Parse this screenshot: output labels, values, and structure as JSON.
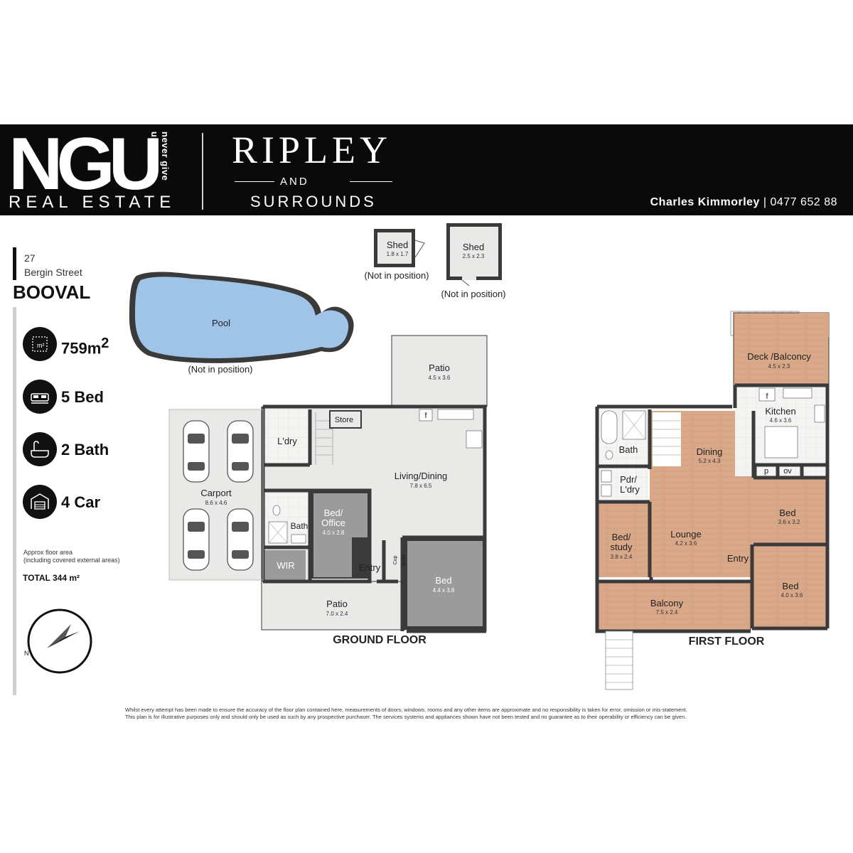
{
  "header": {
    "logo_main": "NGU",
    "logo_tagline": "never give up",
    "logo_sub": "REAL ESTATE",
    "office_line1": "RIPLEY",
    "office_and": "AND",
    "office_line2": "SURROUNDS",
    "agent_name": "Charles Kimmorley",
    "agent_sep": "|",
    "agent_phone": "0477 652 88"
  },
  "property": {
    "number": "27",
    "street": "Bergin Street",
    "suburb": "BOOVAL"
  },
  "stats": [
    {
      "icon": "land-size-icon",
      "value": "759m",
      "sup": "2"
    },
    {
      "icon": "bed-icon",
      "value": "5 Bed"
    },
    {
      "icon": "bath-icon",
      "value": "2 Bath"
    },
    {
      "icon": "garage-icon",
      "value": "4 Car"
    }
  ],
  "area": {
    "note_line1": "Approx floor area",
    "note_line2": "(including covered external areas)",
    "total": "TOTAL  344 m²"
  },
  "outbuildings": {
    "shed1": {
      "name": "Shed",
      "dims": "1.8 x 1.7",
      "note": "(Not in position)"
    },
    "shed2": {
      "name": "Shed",
      "dims": "2.5 x 2.3",
      "note": "(Not in position)"
    },
    "pool": {
      "name": "Pool",
      "note": "(Not in position)"
    }
  },
  "ground_floor": {
    "title": "GROUND FLOOR",
    "rooms": {
      "patio_top": {
        "name": "Patio",
        "dims": "4.5 x 3.6"
      },
      "store": {
        "name": "Store"
      },
      "laundry": {
        "name": "L'dry"
      },
      "carport": {
        "name": "Carport",
        "dims": "8.6 x 4.6"
      },
      "living": {
        "name": "Living/Dining",
        "dims": "7.8 x 6.5"
      },
      "bed_office_l1": {
        "name": "Bed/"
      },
      "bed_office_l2": {
        "name": "Office",
        "dims": "4.0 x 2.8"
      },
      "bath": {
        "name": "Bath"
      },
      "wir": {
        "name": "WIR"
      },
      "entry": {
        "name": "Entry"
      },
      "cup": {
        "name": "Cup"
      },
      "robe": {
        "name": "Robe"
      },
      "bed": {
        "name": "Bed",
        "dims": "4.4 x 3.8"
      },
      "patio_bottom": {
        "name": "Patio",
        "dims": "7.0 x 2.4"
      }
    }
  },
  "first_floor": {
    "title": "FIRST FLOOR",
    "rooms": {
      "deck": {
        "name": "Deck /Balconcy",
        "dims": "4.5 x 2.3"
      },
      "kitchen": {
        "name": "Kitchen",
        "dims": "4.6 x 3.6"
      },
      "fridge": {
        "name": "f"
      },
      "pantry": {
        "name": "p"
      },
      "oven": {
        "name": "ov"
      },
      "bath": {
        "name": "Bath"
      },
      "dining": {
        "name": "Dining",
        "dims": "5.2 x 4.3"
      },
      "pdr_l1": {
        "name": "Pdr/"
      },
      "pdr_l2": {
        "name": "L'dry"
      },
      "bed_study_l1": {
        "name": "Bed/"
      },
      "bed_study_l2": {
        "name": "study",
        "dims": "3.8 x 2.4"
      },
      "lounge": {
        "name": "Lounge",
        "dims": "4.2 x 3.6"
      },
      "bed1": {
        "name": "Bed",
        "dims": "3.6 x 3.2"
      },
      "entry": {
        "name": "Entry"
      },
      "bed2": {
        "name": "Bed",
        "dims": "4.0 x 3.6"
      },
      "balcony": {
        "name": "Balcony",
        "dims": "7.5 x 2.4"
      }
    }
  },
  "ground_fridge": "f",
  "compass": {
    "north_label": "N"
  },
  "disclaimer": {
    "line1": "Whilst every attempt has been made to ensure the accuracy of the floor plan contained here, measurements of doors, windows, rooms and any other items are approximate and no responsibility is taken for error, omission or mis-statement.",
    "line2": "This plan is for illustrative purposes only and should only be used as such by any prospective purchaser. The services systems and appliances shown have not been tested and no guarantee as to their operability or efficiency can be given."
  },
  "colors": {
    "banner": "#0a0a0a",
    "concrete": "#e9e9e7",
    "timber": "#d8a787",
    "carpet": "#9b9b9b",
    "tile": "#f3f3f1",
    "wall": "#3a3a3a",
    "pool": "#9fc4e7"
  }
}
